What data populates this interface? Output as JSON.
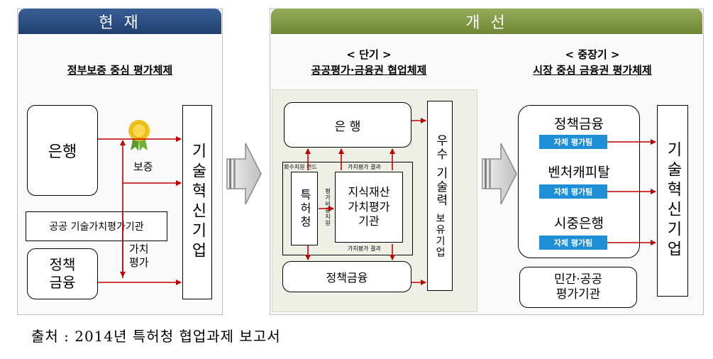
{
  "current": {
    "tab": "현 재",
    "heading": "정부보증 중심 평가체제",
    "bank": "은행",
    "policy_finance": "정책\n금융",
    "public_org": "공공 기술가치평가기관",
    "guarantee": "보증",
    "valuation": "가치\n평가",
    "enterprise": "기술혁신기업"
  },
  "improved": {
    "tab": "개 선",
    "short_term": {
      "heading1": "< 단기 >",
      "heading2": "공공평가·금융권 협업체제",
      "bank": "은 행",
      "kipo": "특허청",
      "ip_org": "지식재산\n가치평가\n기관",
      "policy_finance": "정책금융",
      "recovery_fund": "회수지원 펀드",
      "valuation_result_top": "가치평가 결과",
      "valuation_result_bottom": "가치평가 결과",
      "valuation_cost_support": "평가비용지원",
      "enterprise_a": "우수",
      "enterprise_b": "기술력",
      "enterprise_c": "보유기업"
    },
    "mid_long_term": {
      "heading1": "< 중장기 >",
      "heading2": "시장 중심 금융권 평가체제",
      "items": [
        {
          "name": "정책금융",
          "team": "자체 평가팀"
        },
        {
          "name": "벤처캐피탈",
          "team": "자체 평가팀"
        },
        {
          "name": "시중은행",
          "team": "자체 평가팀"
        }
      ],
      "private_public_org": "민간·공공\n평가기관",
      "enterprise": "기술혁신기업"
    }
  },
  "source": "출처 : 2014년 특허청 협업과제 보고서",
  "colors": {
    "arrow": "#c00000",
    "current_tab": "#2b4c7e",
    "improved_tab": "#7a9140",
    "team_badge": "#1f8fd6"
  }
}
